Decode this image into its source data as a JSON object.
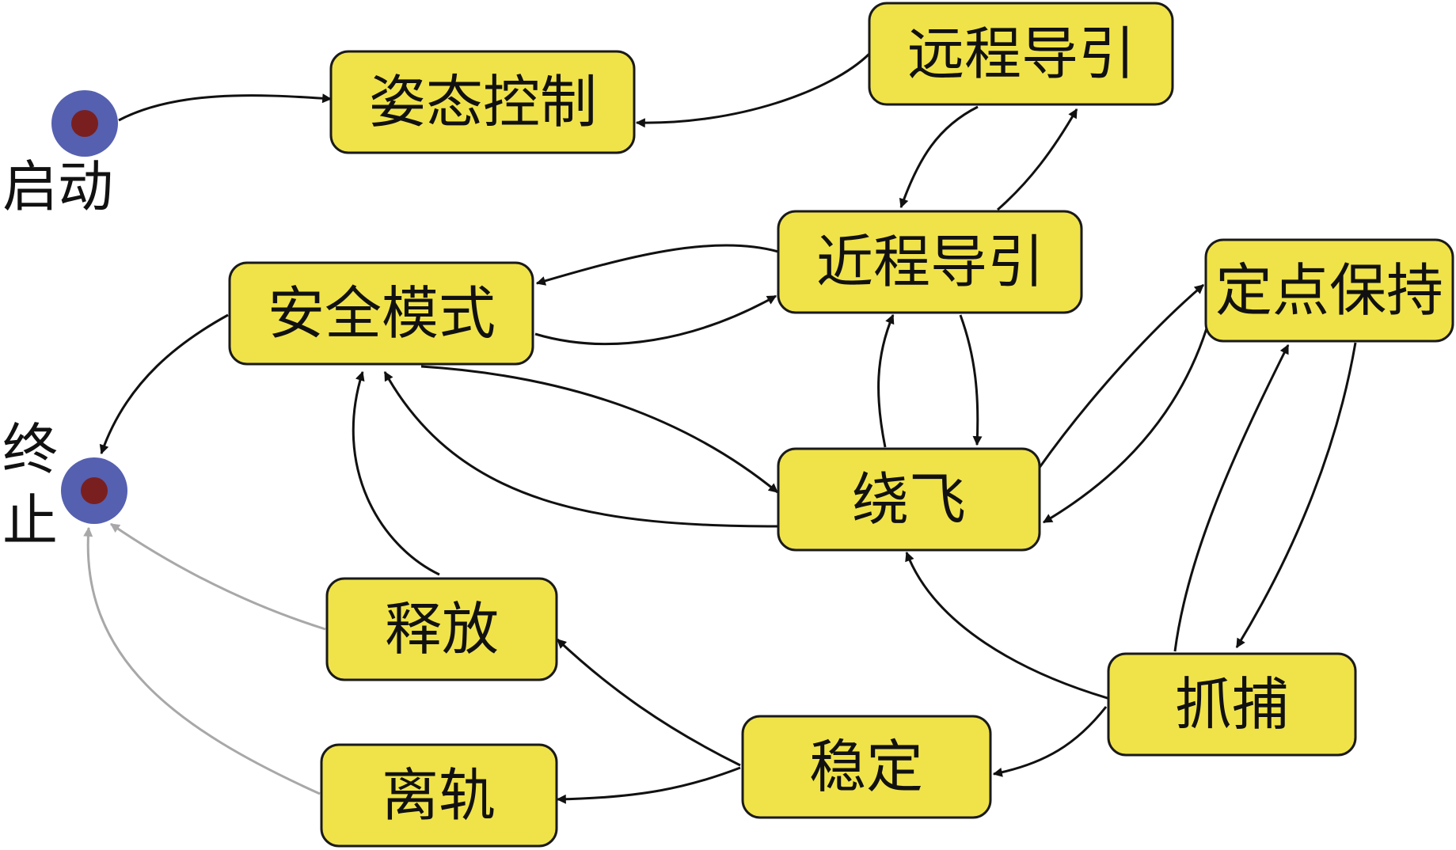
{
  "states": {
    "attitude": "姿态控制",
    "remote_guidance": "远程导引",
    "close_guidance": "近程导引",
    "safe_mode": "安全模式",
    "station_keeping": "定点保持",
    "flyaround": "绕飞",
    "release": "释放",
    "capture": "抓捕",
    "stabilize": "稳定",
    "deorbit": "离轨"
  },
  "terminals": {
    "start": "启动",
    "end_line1": "终",
    "end_line2": "止"
  },
  "colors": {
    "state_fill": "#f0e34a",
    "state_border": "#1a1a1a",
    "terminal_outer": "#5560b0",
    "terminal_inner": "#7a1f1f",
    "arrow": "#111111",
    "arrow_terminate": "#a8a8a8"
  }
}
